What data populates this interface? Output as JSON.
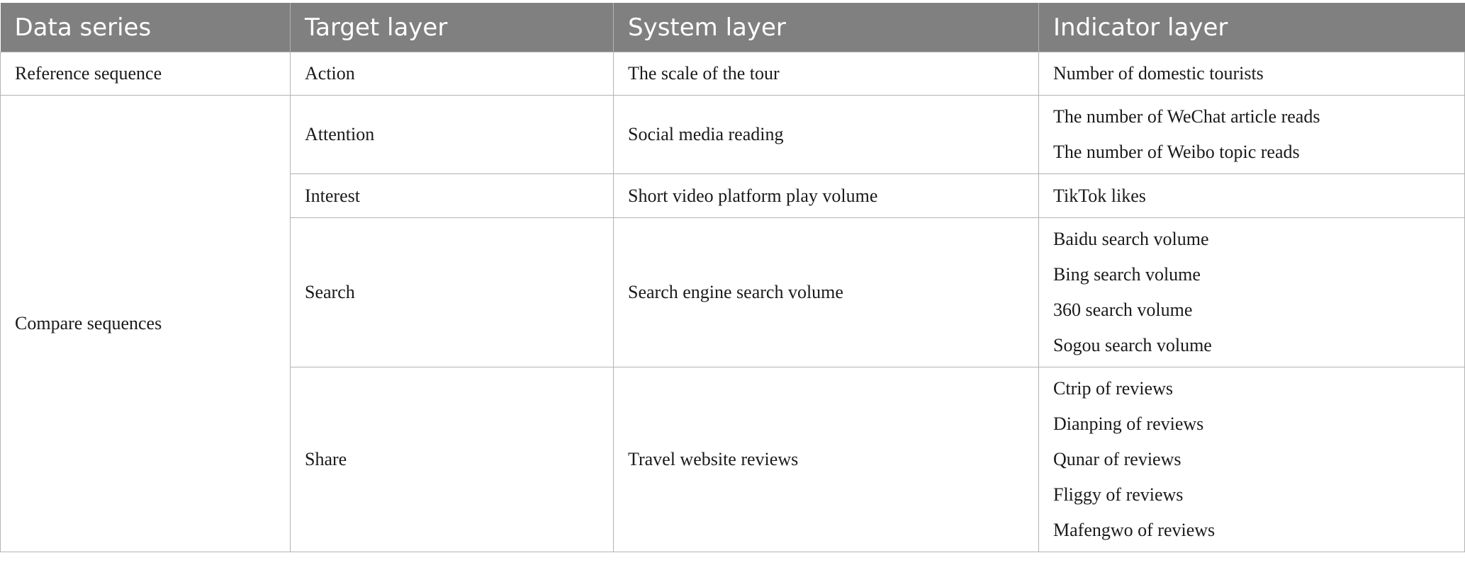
{
  "table": {
    "headers": [
      "Data series",
      "Target layer",
      "System layer",
      "Indicator layer"
    ],
    "reference_row": {
      "data_series": "Reference sequence",
      "target": "Action",
      "system": "The scale of the tour",
      "indicators": [
        "Number of domestic tourists"
      ]
    },
    "compare_label": "Compare sequences",
    "compare_rows": [
      {
        "target": "Attention",
        "system": "Social media reading",
        "indicators": [
          "The number of WeChat article reads",
          "The number of Weibo topic reads"
        ]
      },
      {
        "target": "Interest",
        "system": "Short video platform play volume",
        "indicators": [
          "TikTok likes"
        ]
      },
      {
        "target": "Search",
        "system": "Search engine search volume",
        "indicators": [
          "Baidu search volume",
          "Bing search volume",
          "360 search volume",
          "Sogou search volume"
        ]
      },
      {
        "target": "Share",
        "system": "Travel website reviews",
        "indicators": [
          "Ctrip of reviews",
          "Dianping of reviews",
          "Qunar of reviews",
          "Fliggy of reviews",
          "Mafengwo of reviews"
        ]
      }
    ]
  }
}
